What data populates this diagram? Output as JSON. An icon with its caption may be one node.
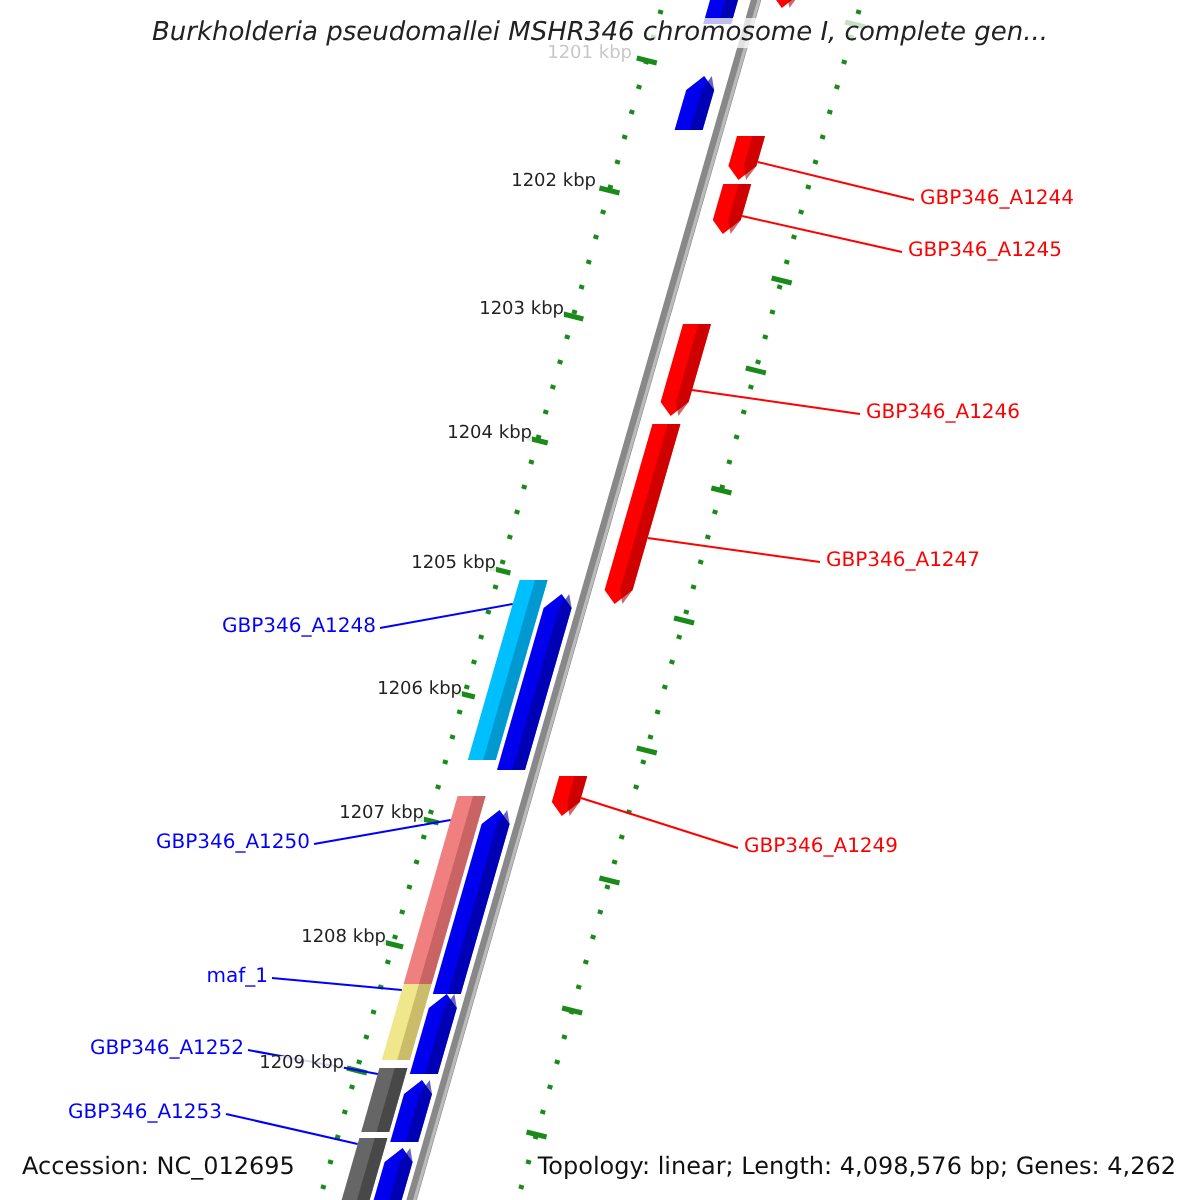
{
  "diagram": {
    "title": "Burkholderia pseudomallei MSHR346 chromosome I, complete gen...",
    "nodes": [
      {
        "text": [
          "GBP346_A1244"
        ]
      },
      {
        "text": [
          "GBP346_A1245"
        ]
      },
      {
        "text": [
          "GBP346_A1246"
        ]
      },
      {
        "text": [
          "GBP346_A1247"
        ]
      },
      {
        "text": [
          "GBP346_A1248"
        ]
      },
      {
        "text": [
          "GBP346_A1249"
        ]
      },
      {
        "text": [
          "GBP346_A1250"
        ]
      },
      {
        "text": [
          "maf_1"
        ]
      },
      {
        "text": [
          "GBP346_A1252"
        ]
      },
      {
        "text": [
          "GBP346_A1253"
        ]
      },
      {
        "text": [],
        "shape": "arrow"
      },
      {
        "text": [],
        "shape": "arrow"
      },
      {
        "text": [],
        "shape": "arrow"
      },
      {
        "text": [],
        "shape": "arrow"
      },
      {
        "text": [],
        "shape": "bar"
      },
      {
        "text": [],
        "shape": "arrow"
      },
      {
        "text": [],
        "shape": "bar"
      },
      {
        "text": [],
        "shape": "bar"
      },
      {
        "text": [],
        "shape": "bar"
      },
      {
        "text": [],
        "shape": "bar"
      },
      {
        "text": [],
        "shape": "arrow"
      },
      {
        "text": [],
        "shape": "arrow"
      },
      {
        "text": [],
        "shape": "arrow"
      },
      {
        "text": [],
        "shape": "arrow"
      },
      {
        "text": [],
        "shape": "arrow"
      },
      {
        "text": [],
        "shape": "arrow"
      },
      {
        "text": [],
        "shape": "arrow"
      },
      {
        "text": [],
        "shape": "arrow"
      }
    ],
    "edges": [
      {
        "from": 0,
        "to": 10,
        "arrow": "none",
        "color": "#ff0000"
      },
      {
        "from": 1,
        "to": 11,
        "arrow": "none",
        "color": "#ff0000"
      },
      {
        "from": 2,
        "to": 12,
        "arrow": "none",
        "color": "#ff0000"
      },
      {
        "from": 3,
        "to": 13,
        "arrow": "none",
        "color": "#ff0000"
      },
      {
        "from": 4,
        "to": 14,
        "arrow": "none",
        "color": "#0000ff"
      },
      {
        "from": 5,
        "to": 15,
        "arrow": "none",
        "color": "#ff0000"
      },
      {
        "from": 6,
        "to": 16,
        "arrow": "none",
        "color": "#0000ff"
      },
      {
        "from": 7,
        "to": 17,
        "arrow": "none",
        "color": "#0000ff"
      },
      {
        "from": 8,
        "to": 18,
        "arrow": "none",
        "color": "#0000ff"
      },
      {
        "from": 9,
        "to": 19,
        "arrow": "none",
        "color": "#0000ff"
      }
    ],
    "labels": [
      "1201 kbp",
      "1202 kbp",
      "1203 kbp",
      "1204 kbp",
      "1205 kbp",
      "1206 kbp",
      "1207 kbp",
      "1208 kbp",
      "1209 kbp",
      "Accession: NC_012695",
      "Topology: linear; Length: 4,098,576 bp; Genes: 4,262"
    ]
  }
}
